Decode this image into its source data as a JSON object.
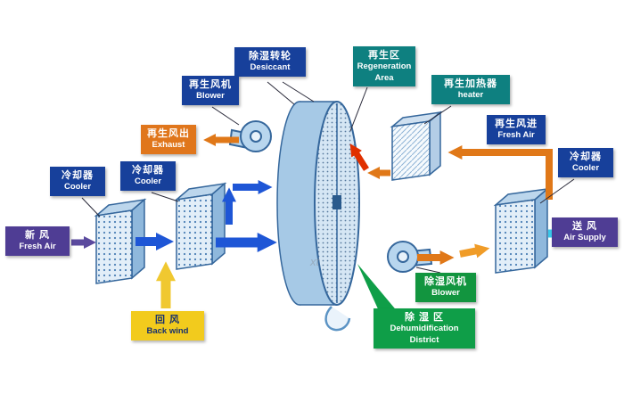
{
  "title": "Desiccant rotary wheel dehumidification system diagram",
  "watermark": "xt",
  "colors": {
    "label_blue": "#17409b",
    "label_teal": "#0e8080",
    "label_orange": "#e0761c",
    "label_yellow": "#f2cb1d",
    "label_purple": "#4f3d94",
    "label_green": "#12953f",
    "label_green_bright": "#0f9e48",
    "arrow_blue": "#1e56d6",
    "arrow_orange": "#e07818",
    "arrow_red": "#e03000",
    "arrow_yellow": "#f0c830",
    "arrow_cyan": "#38c8ea",
    "arrow_purple": "#5b4a9e",
    "equipment_blue": "#9cc4e4"
  },
  "labels": {
    "desiccant": {
      "zh": "除湿转轮",
      "en": "Desiccant"
    },
    "regeneration_area": {
      "zh": "再生区",
      "en": "Regeneration Area"
    },
    "regen_blower": {
      "zh": "再生风机",
      "en": "Blower"
    },
    "regen_heater": {
      "zh": "再生加热器",
      "en": "heater"
    },
    "exhaust": {
      "zh": "再生风出",
      "en": "Exhaust"
    },
    "cooler_left1": {
      "zh": "冷却器",
      "en": "Cooler"
    },
    "cooler_left2": {
      "zh": "冷却器",
      "en": "Cooler"
    },
    "cooler_right": {
      "zh": "冷却器",
      "en": "Cooler"
    },
    "fresh_air": {
      "zh": "新  风",
      "en": "Fresh Air"
    },
    "back_wind": {
      "zh": "回  风",
      "en": "Back wind"
    },
    "regen_fresh_air": {
      "zh": "再生风进",
      "en": "Fresh Air"
    },
    "air_supply": {
      "zh": "送  风",
      "en": "Air Supply"
    },
    "dehumid_blower": {
      "zh": "除湿风机",
      "en": "Blower"
    },
    "dehumid_district": {
      "zh": "除 湿 区",
      "en": "Dehumidification District"
    }
  }
}
